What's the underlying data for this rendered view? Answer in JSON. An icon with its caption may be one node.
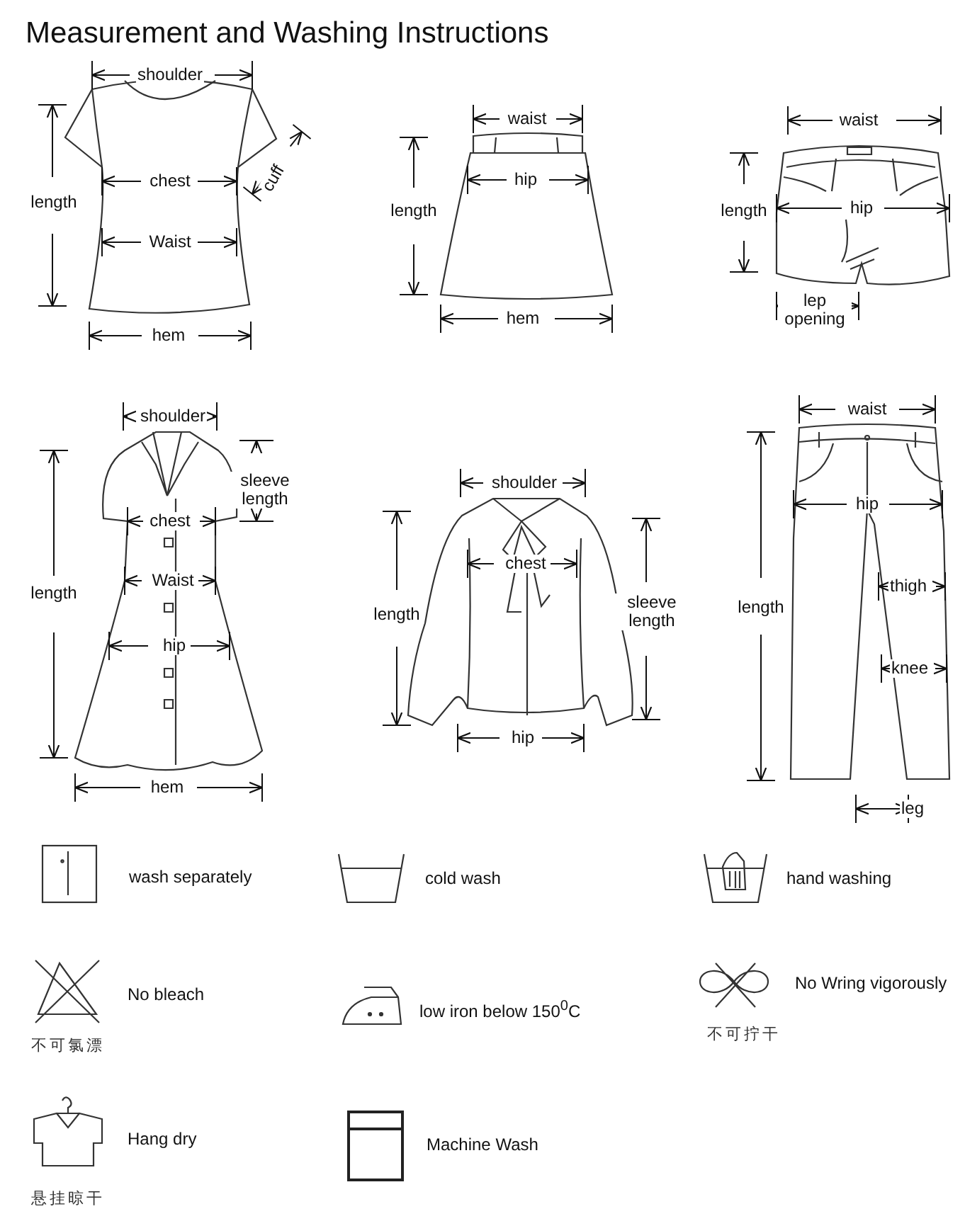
{
  "diagram": {
    "title": "Measurement and Washing Instructions",
    "labels": [
      "shoulder",
      "length",
      "chest",
      "cuff",
      "Waist",
      "hem",
      "waist",
      "hip",
      "length",
      "hem",
      "waist",
      "length",
      "hip",
      "lep opening",
      "shoulder",
      "sleeve length",
      "length",
      "chest",
      "Waist",
      "hip",
      "hem",
      "shoulder",
      "length",
      "chest",
      "sleeve length",
      "hip",
      "waist",
      "length",
      "hip",
      "thigh",
      "knee",
      "leg",
      "wash separately",
      "cold wash",
      "hand washing",
      "No bleach",
      "不可氯漂",
      "low iron below 150$^{0}$C",
      "No Wring vigorously",
      "不可拧干",
      "Hang dry",
      "悬挂晾干",
      "Machine Wash"
    ]
  }
}
